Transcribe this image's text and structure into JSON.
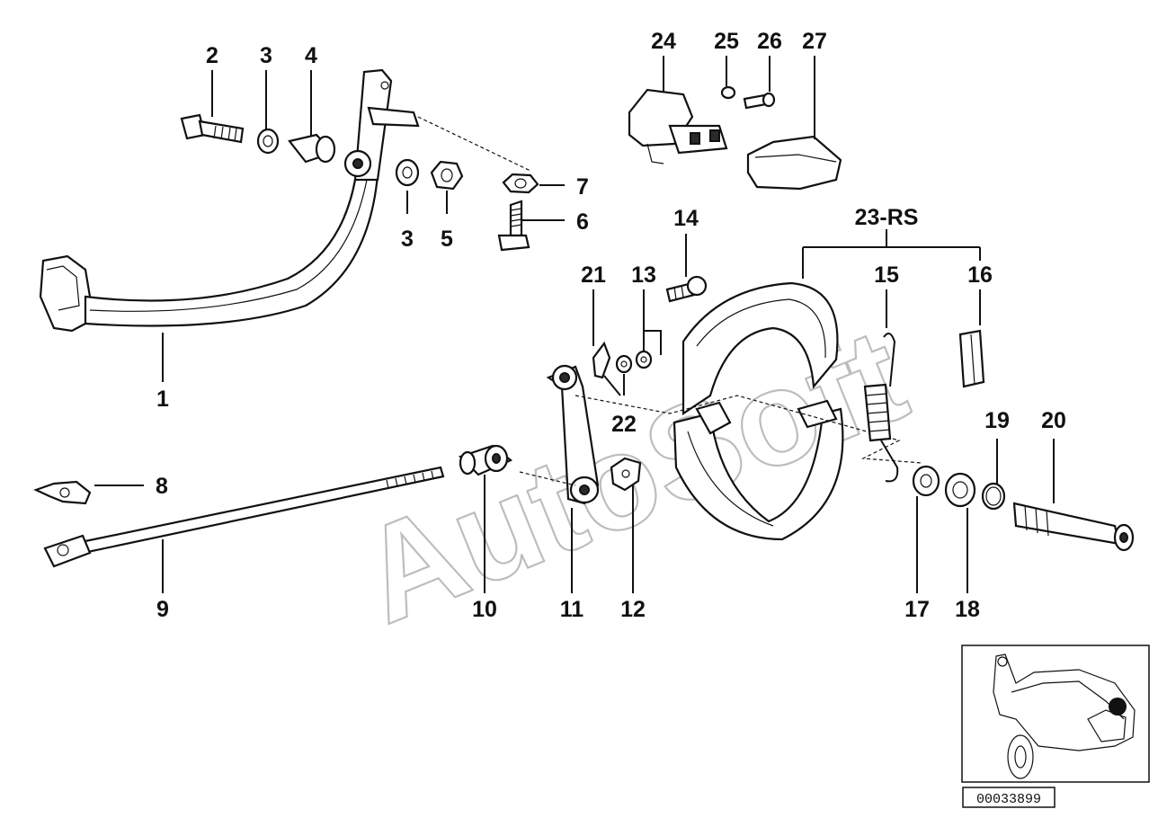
{
  "diagram": {
    "watermark_text": "AutoSoft",
    "document_number": "00033899",
    "part_callouts": [
      {
        "id": "c1",
        "label": "1"
      },
      {
        "id": "c2",
        "label": "2"
      },
      {
        "id": "c3a",
        "label": "3"
      },
      {
        "id": "c4",
        "label": "4"
      },
      {
        "id": "c3b",
        "label": "3"
      },
      {
        "id": "c5",
        "label": "5"
      },
      {
        "id": "c6",
        "label": "6"
      },
      {
        "id": "c7",
        "label": "7"
      },
      {
        "id": "c8",
        "label": "8"
      },
      {
        "id": "c9",
        "label": "9"
      },
      {
        "id": "c10",
        "label": "10"
      },
      {
        "id": "c11",
        "label": "11"
      },
      {
        "id": "c12",
        "label": "12"
      },
      {
        "id": "c13",
        "label": "13"
      },
      {
        "id": "c14",
        "label": "14"
      },
      {
        "id": "c15",
        "label": "15"
      },
      {
        "id": "c16",
        "label": "16"
      },
      {
        "id": "c17",
        "label": "17"
      },
      {
        "id": "c18",
        "label": "18"
      },
      {
        "id": "c19",
        "label": "19"
      },
      {
        "id": "c20",
        "label": "20"
      },
      {
        "id": "c21",
        "label": "21"
      },
      {
        "id": "c22",
        "label": "22"
      },
      {
        "id": "c23",
        "label": "23-RS"
      },
      {
        "id": "c24",
        "label": "24"
      },
      {
        "id": "c25",
        "label": "25"
      },
      {
        "id": "c26",
        "label": "26"
      },
      {
        "id": "c27",
        "label": "27"
      }
    ]
  }
}
